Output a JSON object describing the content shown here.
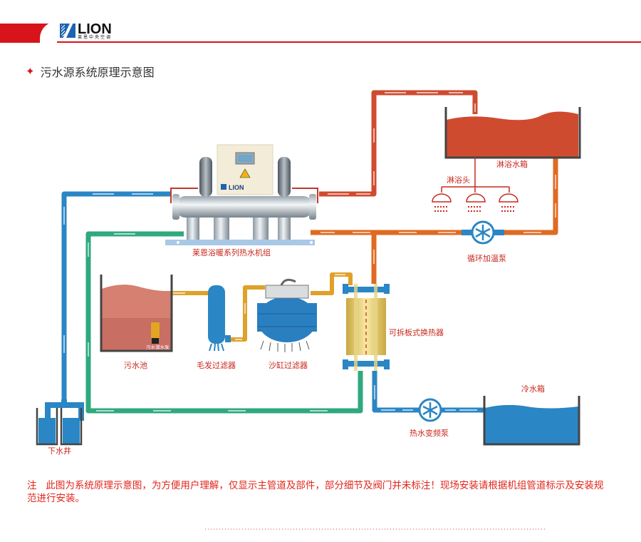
{
  "header": {
    "brand": "LION",
    "brand_subtitle": "莱恩中央空调",
    "accent_color": "#d7141a"
  },
  "page": {
    "title_icon": "four-point-star-icon",
    "title": "污水源系统原理示意图"
  },
  "diagram": {
    "colors": {
      "hot_water": "#cf4b2f",
      "circulation": "#e06a22",
      "cold_water": "#2a86c4",
      "source_loop": "#2fa97d",
      "sewage": "#e0a02a"
    },
    "components": {
      "unit": "莱恩浴暖系列热水机组",
      "shower_tank": "淋浴水箱",
      "shower_heads": "淋浴头",
      "circulation_pump": "循环加温泵",
      "sewage_pool": "污水池",
      "submersible_pump": "污水潜水泵",
      "hair_filter": "毛发过滤器",
      "sand_filter": "沙缸过滤器",
      "heat_exchanger": "可拆板式换热器",
      "cold_tank": "冷水箱",
      "hot_pump": "热水变频泵",
      "drain_well": "下水井"
    }
  },
  "note": {
    "prefix": "注",
    "text": "此图为系统原理示意图，为方便用户理解，仅显示主管道及部件，部分细节及阀门并未标注！现场安装请根据机组管道标示及安装规范进行安装。"
  }
}
